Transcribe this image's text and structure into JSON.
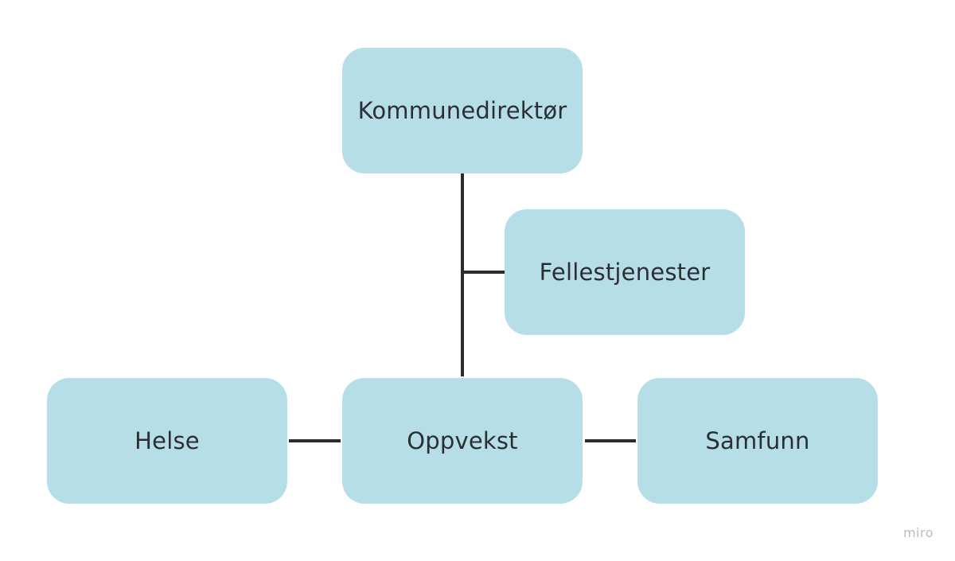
{
  "diagram": {
    "nodes": {
      "root": "Kommunedirektør",
      "fellestjenester": "Fellestjenester",
      "oppvekst": "Oppvekst",
      "helse": "Helse",
      "samfunn": "Samfunn"
    },
    "edges": [
      [
        "Kommunedirektør",
        "Oppvekst"
      ],
      [
        "Kommunedirektør",
        "Fellestjenester"
      ],
      [
        "Oppvekst",
        "Helse"
      ],
      [
        "Oppvekst",
        "Samfunn"
      ]
    ],
    "node_color": "#b6dee6",
    "connector_color": "#2b2b2b"
  },
  "watermark": "miro"
}
